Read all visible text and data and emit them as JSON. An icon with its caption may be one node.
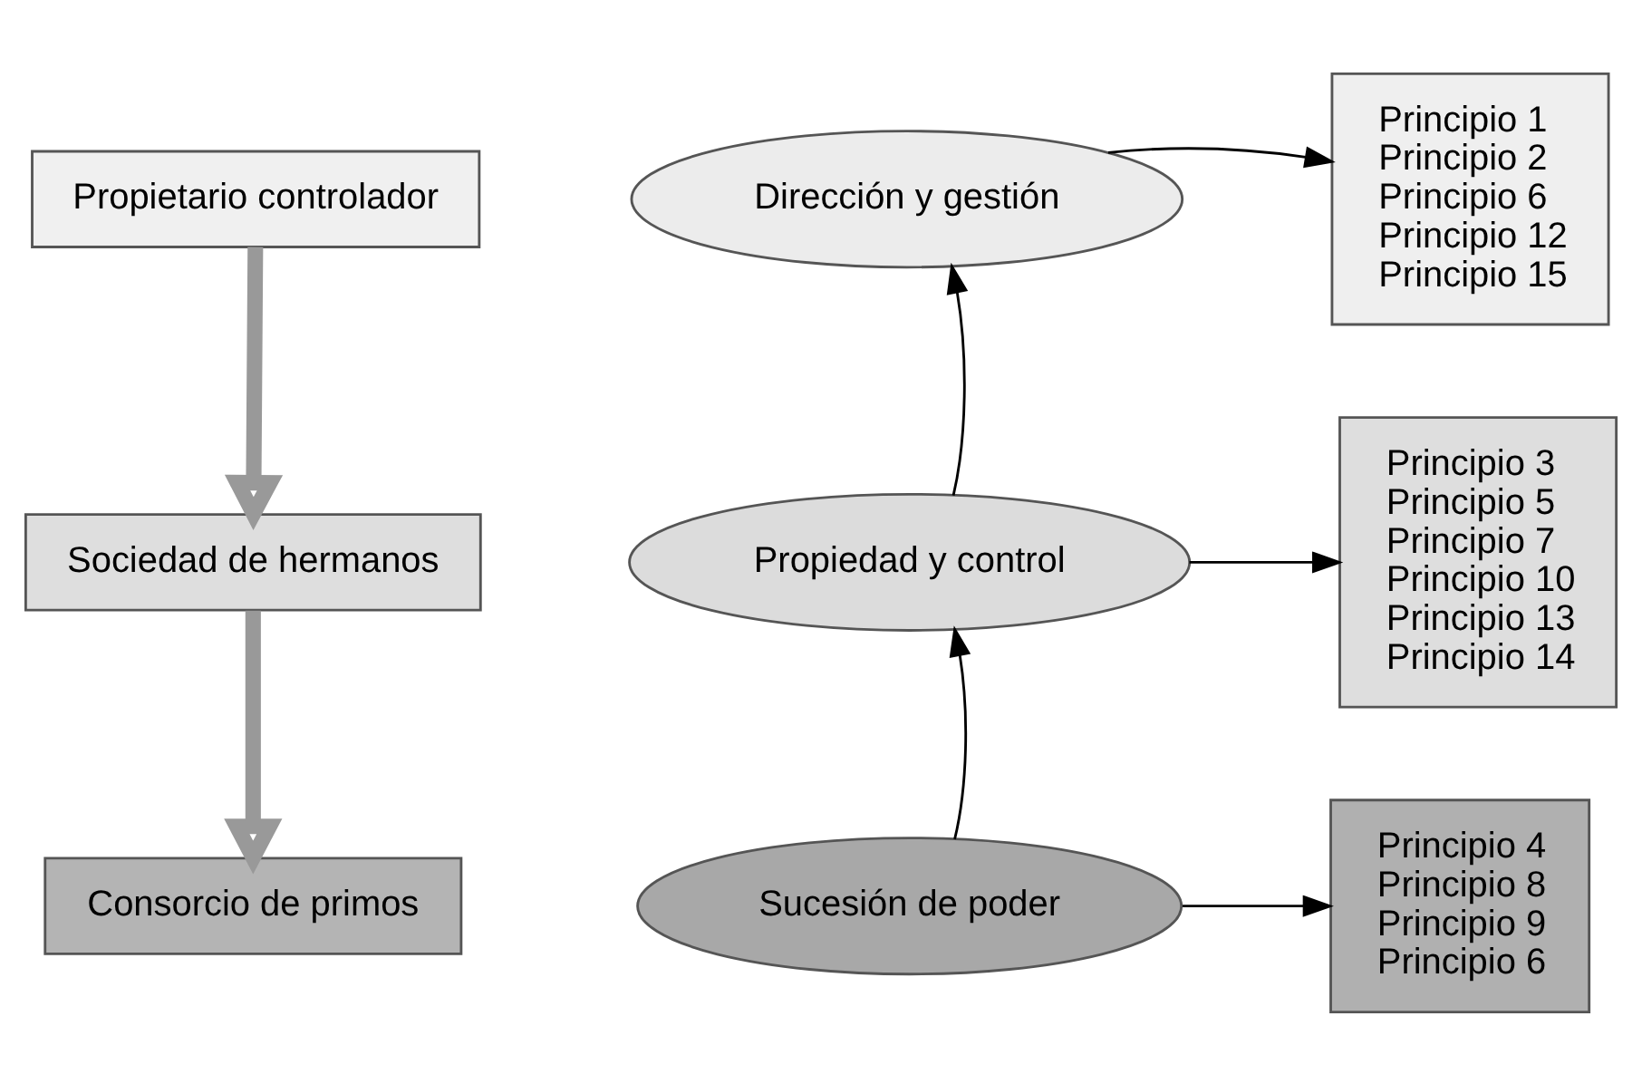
{
  "diagram": {
    "nodes": [
      {
        "text": [
          "Propietario controlador"
        ]
      },
      {
        "text": [
          "Sociedad de hermanos"
        ]
      },
      {
        "text": [
          "Consorcio de primos"
        ]
      },
      {
        "text": [
          "Dirección y gestión"
        ]
      },
      {
        "text": [
          "Propiedad y control"
        ]
      },
      {
        "text": [
          "Sucesión de poder"
        ]
      },
      {
        "text": [
          "Principio 1",
          "Principio 2",
          "Principio 6",
          "Principio 12",
          "Principio 15"
        ]
      },
      {
        "text": [
          "Principio 3",
          "Principio 5",
          "Principio 7",
          "Principio 10",
          "Principio 13",
          "Principio 14"
        ]
      },
      {
        "text": [
          "Principio 4",
          "Principio 8",
          "Principio 9",
          "Principio 6"
        ]
      }
    ],
    "edges": [
      {
        "from": 0,
        "to": 1,
        "arrow": "to",
        "style": "thick",
        "color": "#999999"
      },
      {
        "from": 1,
        "to": 2,
        "arrow": "to",
        "style": "thick",
        "color": "#999999"
      },
      {
        "from": 5,
        "to": 4,
        "arrow": "to"
      },
      {
        "from": 4,
        "to": 3,
        "arrow": "to"
      },
      {
        "from": 3,
        "to": 6,
        "arrow": "to"
      },
      {
        "from": 4,
        "to": 7,
        "arrow": "to"
      },
      {
        "from": 5,
        "to": 8,
        "arrow": "to"
      }
    ]
  }
}
